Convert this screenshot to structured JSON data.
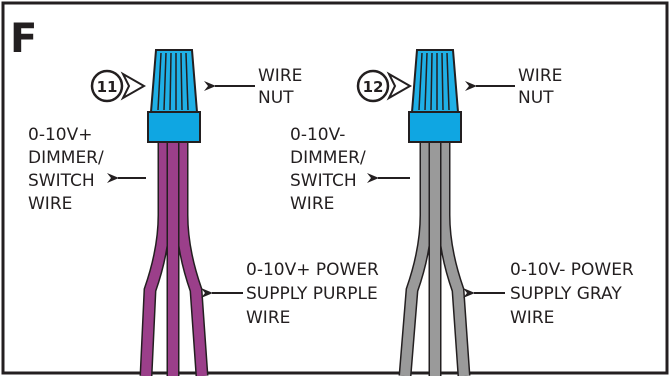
{
  "panel_letter": "F",
  "colors": {
    "border": "#231f20",
    "wire_nut": "#1fb0e6",
    "wire_nut_collar": "#0fa6e2",
    "purple_wire": "#9b3f8a",
    "gray_wire": "#9a9a9a"
  },
  "left": {
    "callout_number": "11",
    "wire_nut_label": [
      "WIRE",
      "NUT"
    ],
    "dimmer_label": [
      "0-10V+",
      "DIMMER/",
      "SWITCH",
      "WIRE"
    ],
    "power_label": [
      "0-10V+ POWER",
      "SUPPLY PURPLE",
      "WIRE"
    ]
  },
  "right": {
    "callout_number": "12",
    "wire_nut_label": [
      "WIRE",
      "NUT"
    ],
    "dimmer_label": [
      "0-10V-",
      "DIMMER/",
      "SWITCH",
      "WIRE"
    ],
    "power_label": [
      "0-10V- POWER",
      "SUPPLY GRAY",
      "WIRE"
    ]
  }
}
